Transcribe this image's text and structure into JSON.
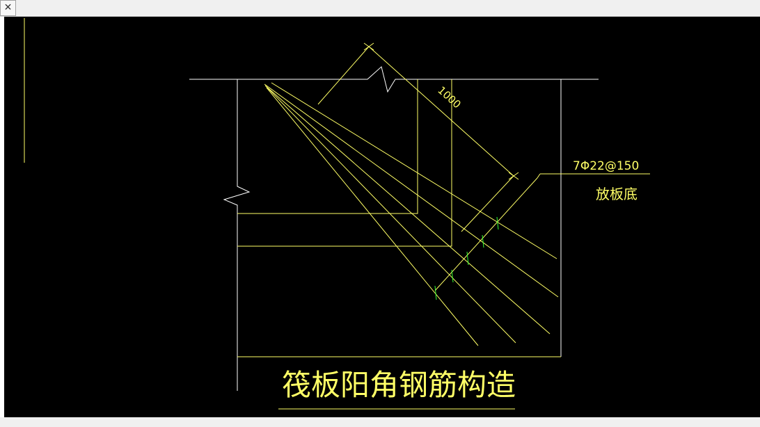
{
  "toolbar": {
    "close_label": "✕"
  },
  "drawing": {
    "title": "筏板阳角钢筋构造",
    "rebar_spec": "7Φ22@150",
    "rebar_note": "放板底",
    "dimension": "1000"
  },
  "colors": {
    "background": "#000000",
    "geometry": "#ffffff",
    "rebar": "#ffff66",
    "tick": "#33ff33"
  }
}
